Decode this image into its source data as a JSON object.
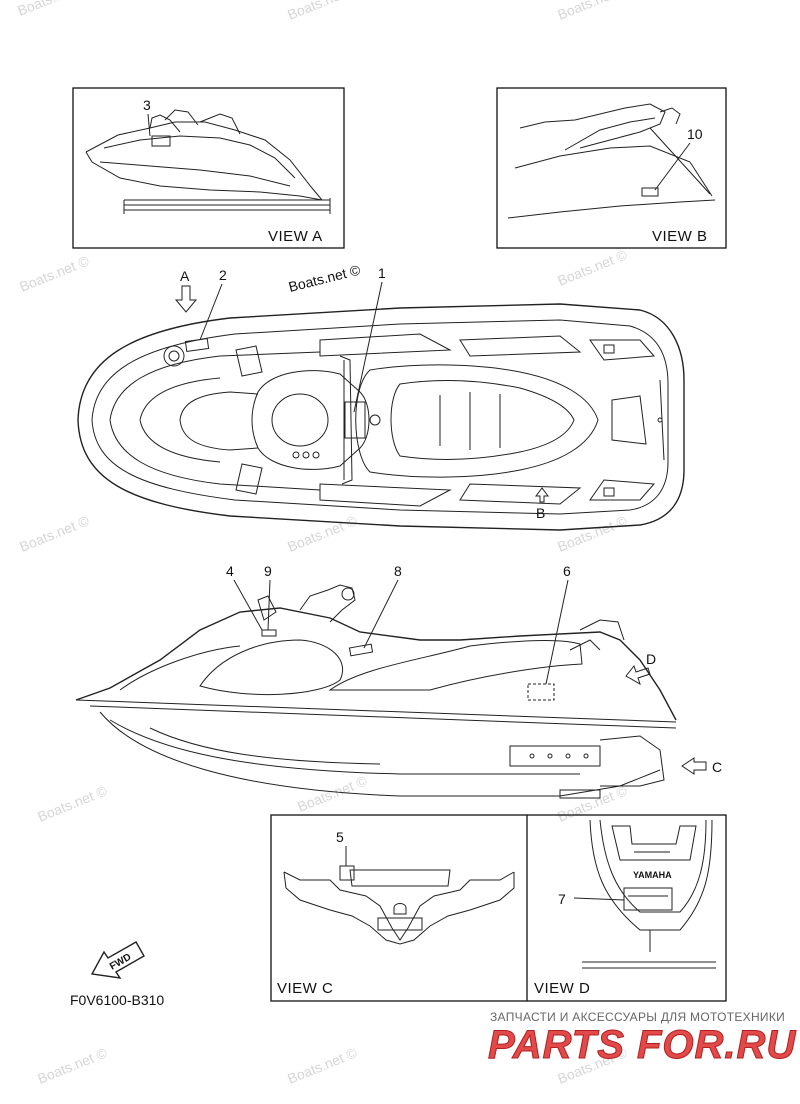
{
  "views": {
    "a": "VIEW A",
    "b": "VIEW B",
    "c": "VIEW C",
    "d": "VIEW D"
  },
  "arrows": {
    "a": "A",
    "b": "B",
    "c": "C",
    "d": "D"
  },
  "callouts": [
    "1",
    "2",
    "3",
    "4",
    "5",
    "6",
    "7",
    "8",
    "9",
    "10"
  ],
  "top_watermark": "Boats.net ©",
  "watermark": "Boats.net ©",
  "fwd": "FWD",
  "yamaha": "YAMAHA",
  "diagram_code": "F0V6100-B310",
  "footer": {
    "tagline": "ЗАПЧАСТИ И АКСЕССУАРЫ ДЛЯ МОТОТЕХНИКИ",
    "logo": "PARTS FOR.RU"
  },
  "colors": {
    "logo_red": "#e24a4a",
    "watermark_gray": "#d6d6d6"
  }
}
